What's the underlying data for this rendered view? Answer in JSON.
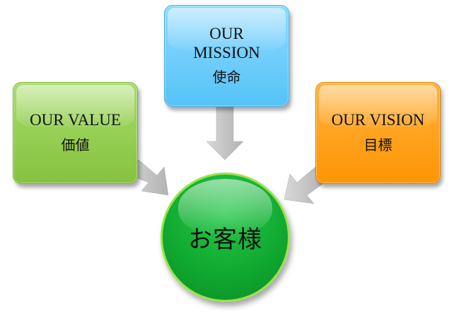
{
  "nodes": {
    "value": {
      "title": "OUR VALUE",
      "subtitle": "価値",
      "color": "#92d050"
    },
    "mission": {
      "title_line1": "OUR",
      "title_line2": "MISSION",
      "subtitle": "使命",
      "color": "#66ccff"
    },
    "vision": {
      "title": "OUR VISION",
      "subtitle": "目標",
      "color": "#ff9900"
    },
    "center": {
      "label": "お客様",
      "color": "#12b035"
    }
  },
  "arrow_color": "#c8c8c8"
}
